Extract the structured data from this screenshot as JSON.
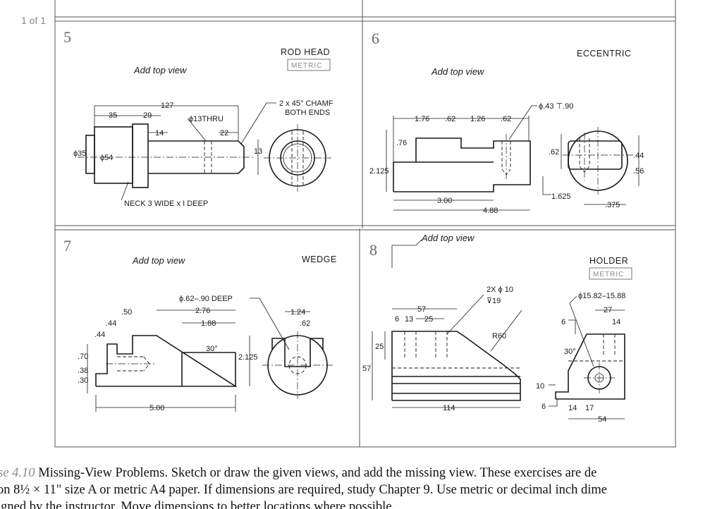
{
  "viewer": {
    "page_indicator": "1 of 1"
  },
  "problems": [
    {
      "number": "5",
      "title": "ROD HEAD",
      "badge": "METRIC",
      "instruction": "Add top view",
      "dims": {
        "overall": "127",
        "d35": "35",
        "d29": "29",
        "d14": "14",
        "d22": "22",
        "hole": "ϕ13THRU",
        "dia35": "ϕ35",
        "dia54": "ϕ54",
        "d13": "13",
        "chamfer1": "2 x 45° CHAMF",
        "chamfer2": "BOTH  ENDS",
        "neck": "NECK 3 WIDE x I DEEP"
      }
    },
    {
      "number": "6",
      "title": "ECCENTRIC",
      "instruction": "Add top view",
      "dims": {
        "d176": "1.76",
        "d62a": ".62",
        "d126": "1.26",
        "d62b": ".62",
        "d76": ".76",
        "hole": "ϕ.43 ⊤.90",
        "h2125": "2.125",
        "d300": "3.00",
        "d488": "4.88",
        "d62c": ".62",
        "d1625": "1.625",
        "d44": ".44",
        "d56": ".56",
        "d375": ".375"
      }
    },
    {
      "number": "7",
      "title": "WEDGE",
      "instruction": "Add top view",
      "dims": {
        "hole": "ϕ.62–.90 DEEP",
        "d50": ".50",
        "d44a": ".44",
        "d44b": ".44",
        "d276": "2.76",
        "d188": "1.88",
        "angle": "30°",
        "h2125": "2.125",
        "d124": "1.24",
        "d62": ".62",
        "d70": ".70",
        "d38": ".38",
        "d30": ".30",
        "d500": "5.00"
      }
    },
    {
      "number": "8",
      "title": "HOLDER",
      "badge": "METRIC",
      "instruction": "Add top view",
      "dims": {
        "holes1": "2X ϕ 10",
        "holes2": "⊽19",
        "d57": "57",
        "d6": "6",
        "d13": "13",
        "d25": "25",
        "r60": "R60",
        "h25": "25",
        "h57": "57",
        "d114": "114",
        "dia": "ϕ15.82–15.88",
        "d27": "27",
        "d14": "14",
        "d6b": "6",
        "angle": "30°",
        "d10": "10",
        "d6c": "6",
        "d14b": "14",
        "d17": "17",
        "d54": "54"
      }
    }
  ],
  "caption": {
    "label": "ise 4.10",
    "line1": "Missing-View Problems. Sketch or draw the given views, and add the missing view. These exercises are de",
    "line2": "on 8½ × 11\" size A or metric A4 paper. If dimensions are required, study Chapter 9. Use metric or decimal inch dime",
    "line3": "igned by the instructor. Move dimensions to better locations where possible."
  }
}
